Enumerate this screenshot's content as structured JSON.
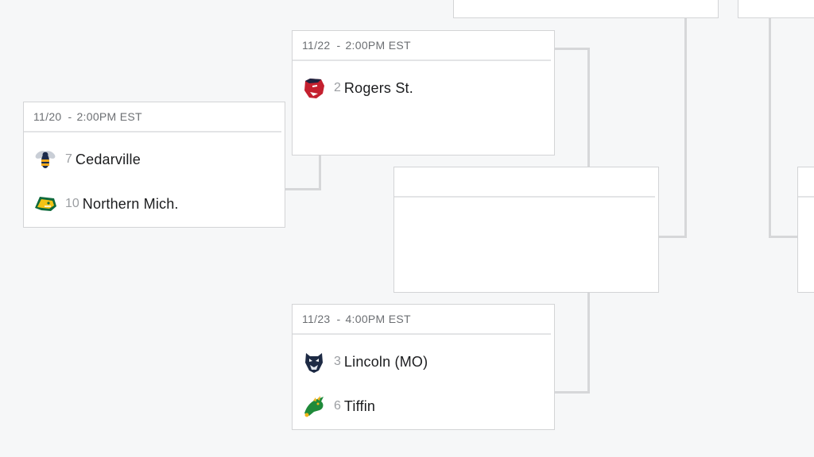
{
  "games": [
    {
      "id": "g1",
      "date": "11/20",
      "time": "2:00PM EST",
      "teams": [
        {
          "seed": "7",
          "name": "Cedarville",
          "logo": "yellowjacket-logo-icon"
        },
        {
          "seed": "10",
          "name": "Northern Mich.",
          "logo": "wildcat-logo-icon"
        }
      ]
    },
    {
      "id": "g2",
      "date": "11/22",
      "time": "2:00PM EST",
      "teams": [
        {
          "seed": "2",
          "name": "Rogers St.",
          "logo": "hillcat-logo-icon"
        }
      ]
    },
    {
      "id": "g3",
      "date": "11/23",
      "time": "4:00PM EST",
      "teams": [
        {
          "seed": "3",
          "name": "Lincoln (MO)",
          "logo": "bluetiger-logo-icon"
        },
        {
          "seed": "6",
          "name": "Tiffin",
          "logo": "dragon-logo-icon"
        }
      ]
    }
  ],
  "separator": "-",
  "colors": {
    "background": "#f6f7f8",
    "card_border": "#d3d4d6",
    "connector": "#d6d7d9",
    "date_text": "#6c6f73",
    "seed_text": "#9b9ea2",
    "team_text": "#1b1c1e"
  }
}
